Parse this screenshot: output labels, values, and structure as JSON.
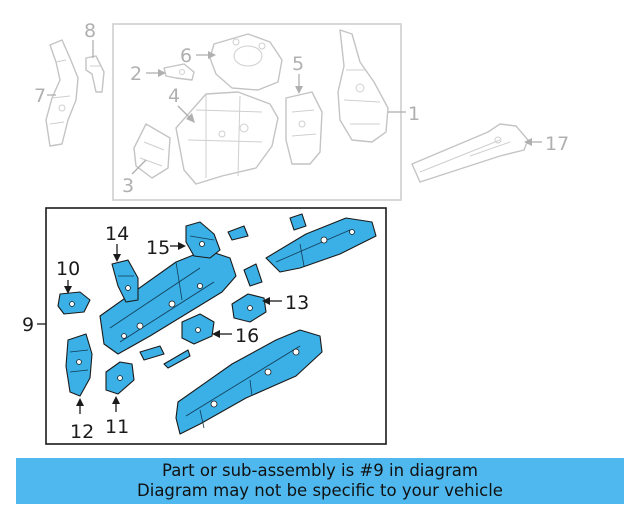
{
  "callouts": {
    "c1": "1",
    "c2": "2",
    "c3": "3",
    "c4": "4",
    "c5": "5",
    "c6": "6",
    "c7": "7",
    "c8": "8",
    "c9": "9",
    "c10": "10",
    "c11": "11",
    "c12": "12",
    "c13": "13",
    "c14": "14",
    "c15": "15",
    "c16": "16",
    "c17": "17"
  },
  "colors": {
    "highlight": "#3ab0e6",
    "banner": "#4fb9ef",
    "ghost": "#c4c4c4"
  },
  "banner": {
    "line1": "Part or sub-assembly is #9 in diagram",
    "line2": "Diagram may not be specific to your vehicle"
  }
}
